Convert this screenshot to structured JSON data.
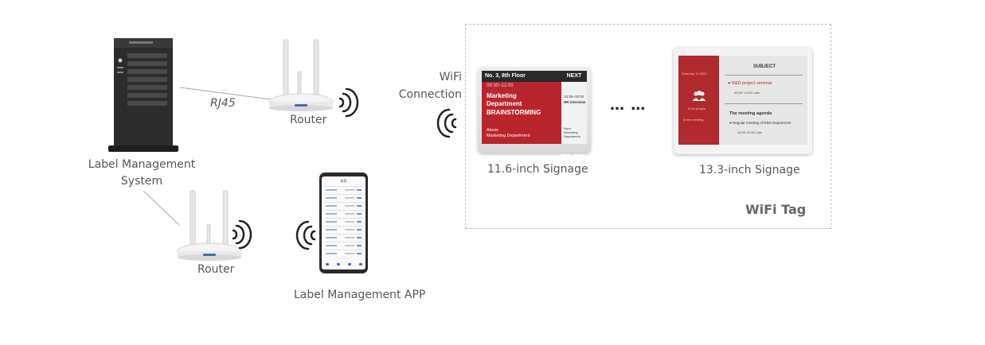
{
  "labels": {
    "server": "Label Management\nSystem",
    "rj45": "RJ45",
    "router_top": "Router",
    "router_bottom": "Router",
    "app": "Label Management APP",
    "wifi_connection": "WiFi\nConnection",
    "signage_116": "11.6-inch Signage",
    "signage_133": "13.3-inch Signage",
    "group": "WiFi Tag",
    "ellipsis": "…  …"
  },
  "signage_116_screen": {
    "header": "No. 3, 8th Floor",
    "next": "NEXT",
    "time": "09:30~12:00",
    "department": "Marketing\nDepartment",
    "event": "BRAINSTORMING",
    "person": "Alexis\nMarketing Department",
    "next_time": "14:30~15:30",
    "next_event": "HR interview",
    "next_person": "Nora\nMarketing Department"
  },
  "signage_133_screen": {
    "left_date": "Saturday 14,2021",
    "left_count": "8 ten people",
    "left_status": "In the meeting",
    "subject": "SUBJECT",
    "item1": "R&D project seminar",
    "item1_time": "09:00~12:00     Luke",
    "agenda_title": "The meeting agenda",
    "item2": "Regular meeting of R&D Department",
    "item2_time": "14:00-15:30     Luke"
  },
  "phone_screen": {
    "title": "标签"
  },
  "icons": {
    "server": "tower-server-icon",
    "router": "router-icon",
    "wifi": "wifi-signal-icon",
    "phone": "smartphone-icon",
    "signage": "e-paper-signage-icon"
  },
  "colors": {
    "signage_red": "#b9252c",
    "text_gray": "#555555"
  }
}
